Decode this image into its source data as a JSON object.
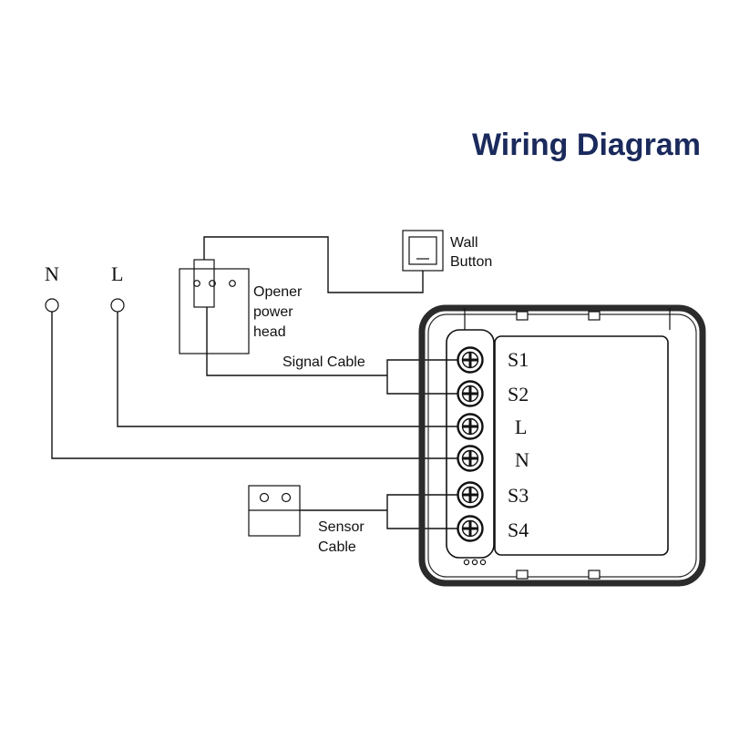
{
  "title": "Wiring Diagram",
  "colors": {
    "title": "#1b2a5c",
    "line": "#111111",
    "device_frame": "#2b2b2b"
  },
  "supply_terminals": [
    {
      "key": "n",
      "label": "N"
    },
    {
      "key": "l",
      "label": "L"
    }
  ],
  "components": {
    "opener": {
      "line1": "Opener",
      "line2": "power",
      "line3": "head"
    },
    "wall_button": {
      "line1": "Wall",
      "line2": "Button"
    },
    "signal_cable": {
      "label": "Signal Cable"
    },
    "sensor_cable": {
      "line1": "Sensor",
      "line2": "Cable"
    }
  },
  "device_terminals": [
    {
      "key": "s1",
      "label": "S1"
    },
    {
      "key": "s2",
      "label": "S2"
    },
    {
      "key": "l",
      "label": "L"
    },
    {
      "key": "n",
      "label": "N"
    },
    {
      "key": "s3",
      "label": "S3"
    },
    {
      "key": "s4",
      "label": "S4"
    }
  ]
}
